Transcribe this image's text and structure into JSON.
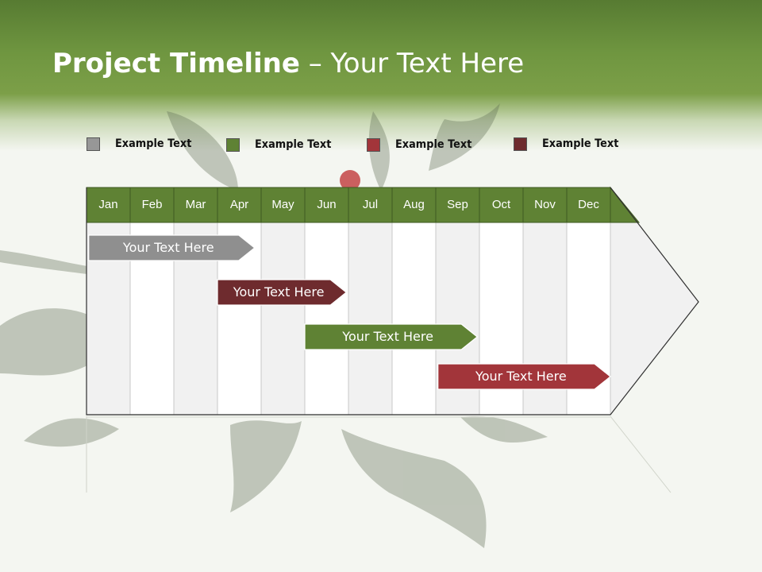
{
  "slide": {
    "title_bold": "Project Timeline",
    "title_rest": " – Your Text Here"
  },
  "legend": [
    {
      "label": "Example Text",
      "color": "#979797"
    },
    {
      "label": "Example Text",
      "color": "#5f8234"
    },
    {
      "label": "Example Text",
      "color": "#a2353a"
    },
    {
      "label": "Example Text",
      "color": "#6e2b2e"
    }
  ],
  "timeline": {
    "months": [
      "Jan",
      "Feb",
      "Mar",
      "Apr",
      "May",
      "Jun",
      "Jul",
      "Aug",
      "Sep",
      "Oct",
      "Nov",
      "Dec"
    ],
    "header_color": "#5f8234",
    "bars": [
      {
        "label": "Your  Text Here",
        "start_month": 0.05,
        "end_month": 3.85,
        "color": "#8f8f8f"
      },
      {
        "label": "Your  Text Here",
        "start_month": 3.0,
        "end_month": 5.95,
        "color": "#6e2b2e"
      },
      {
        "label": "Your  Text Here",
        "start_month": 5.0,
        "end_month": 8.95,
        "color": "#5f8234"
      },
      {
        "label": "Your  Text Here",
        "start_month": 8.05,
        "end_month": 12.0,
        "color": "#a2353a"
      }
    ]
  }
}
